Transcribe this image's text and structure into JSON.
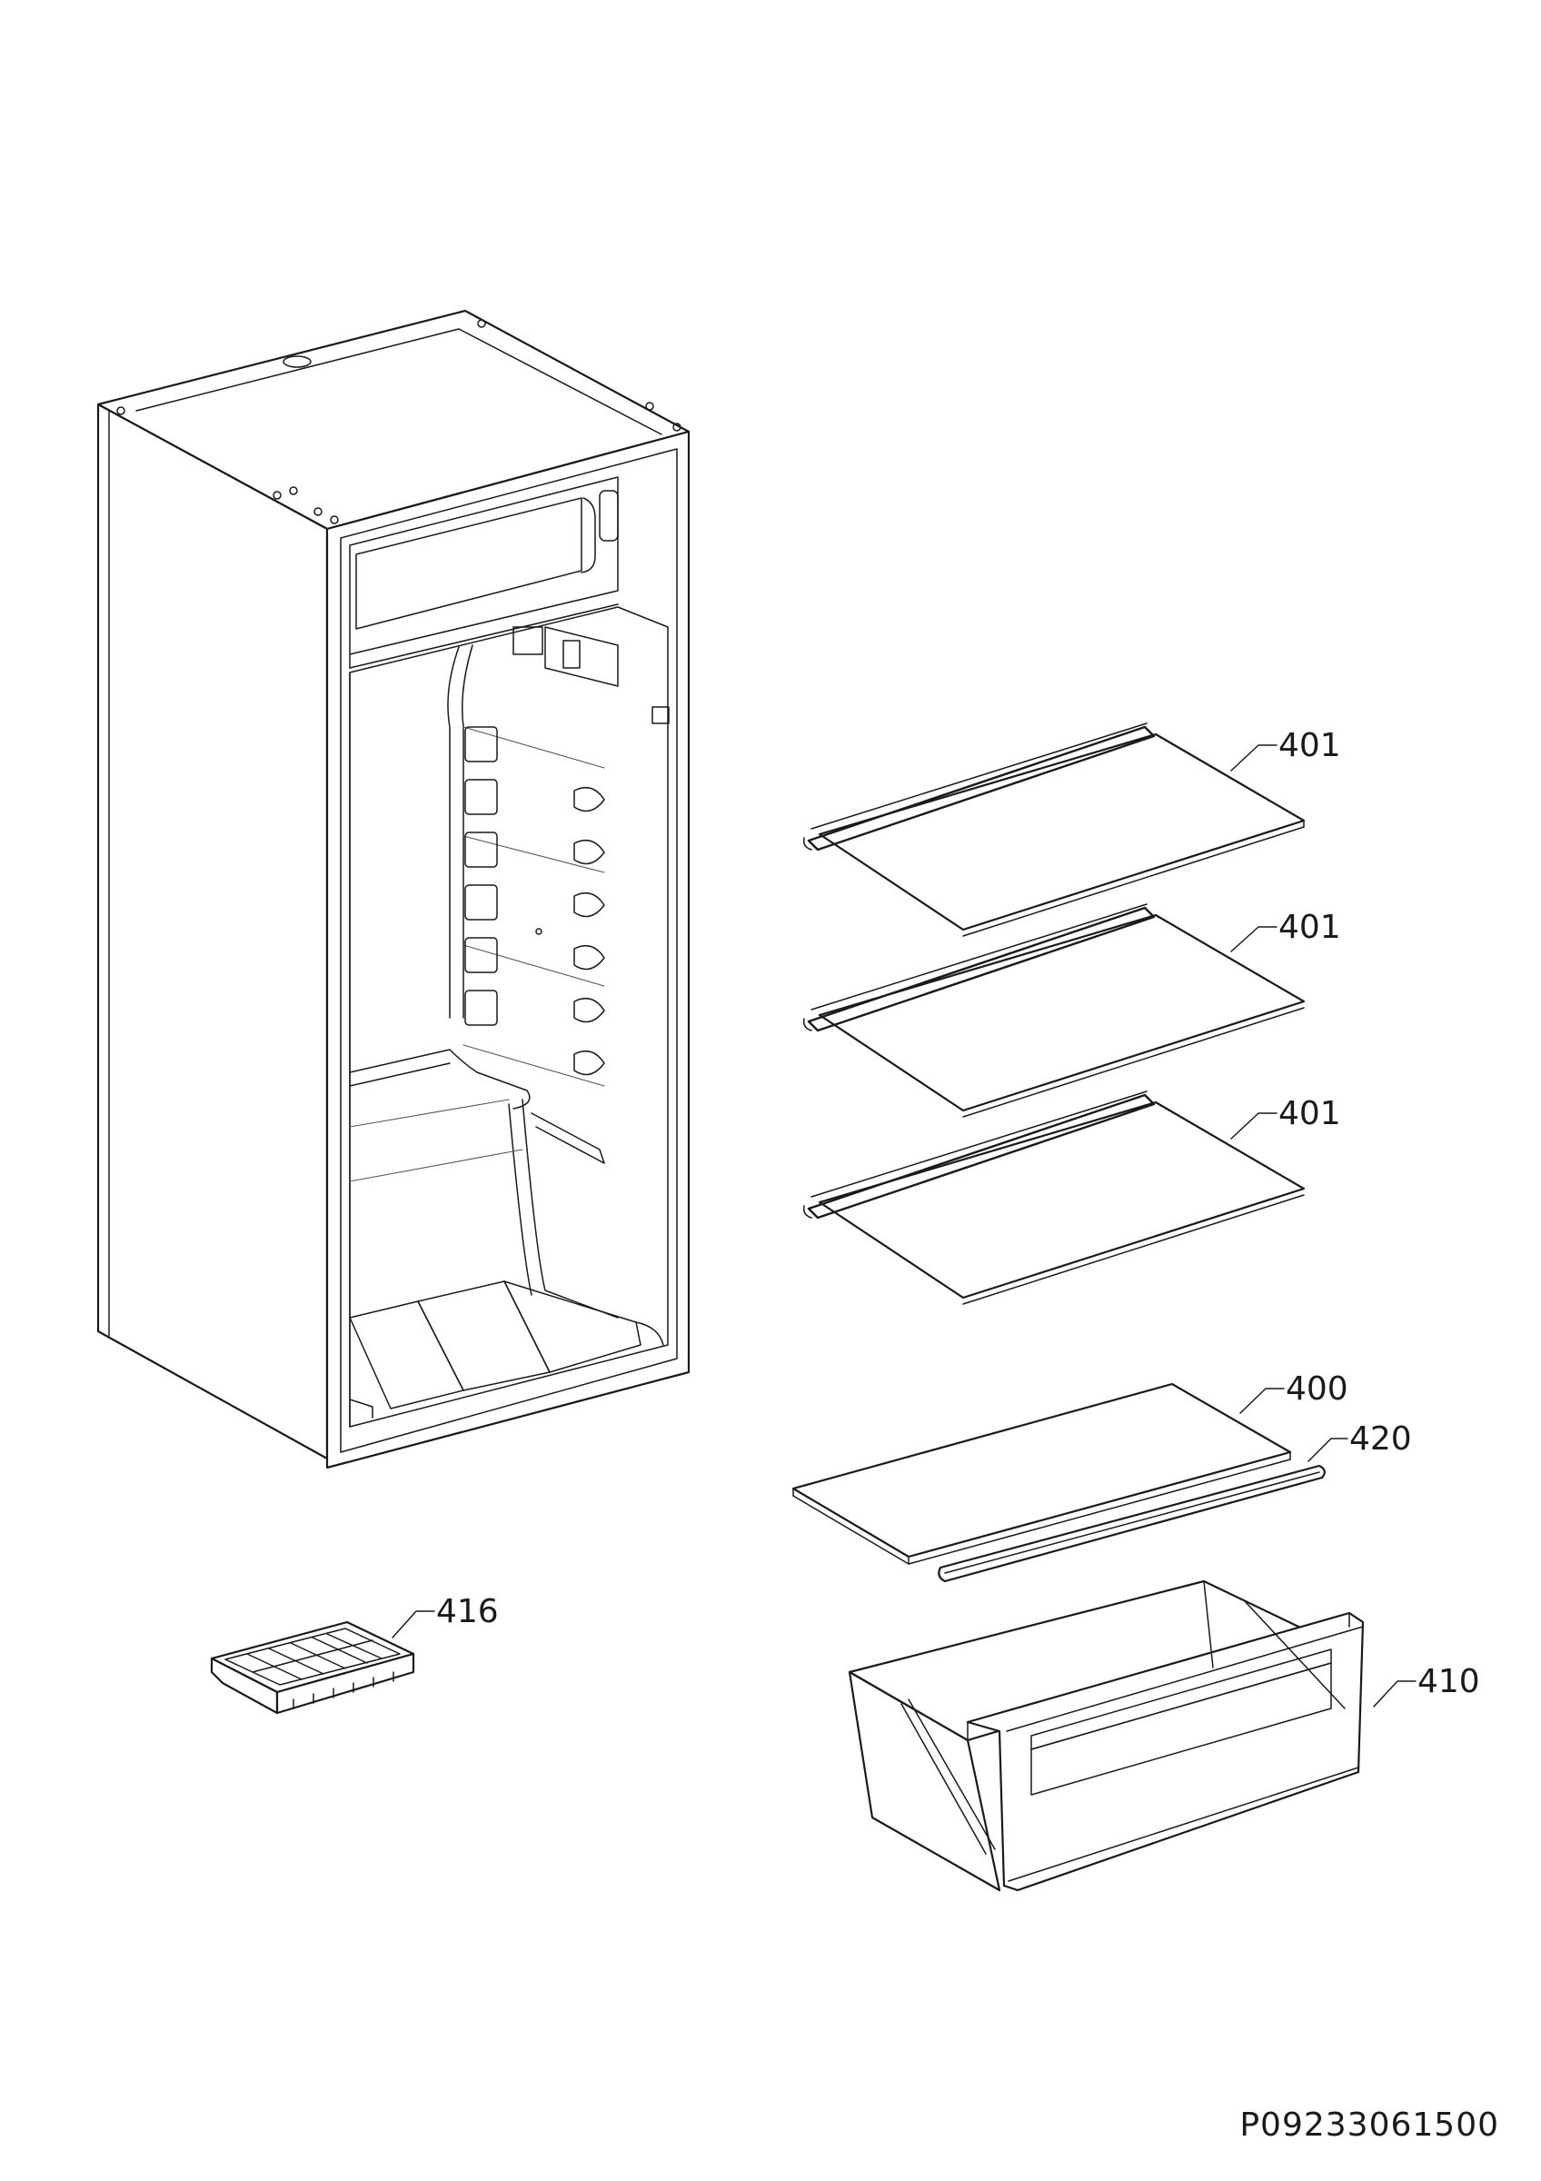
{
  "callouts": {
    "shelf_top": "401",
    "shelf_middle": "401",
    "shelf_bottom": "401",
    "crisper_cover": "400",
    "cover_trim": "420",
    "ice_tray": "416",
    "crisper_drawer": "410"
  },
  "drawing_code": "P09233061500"
}
